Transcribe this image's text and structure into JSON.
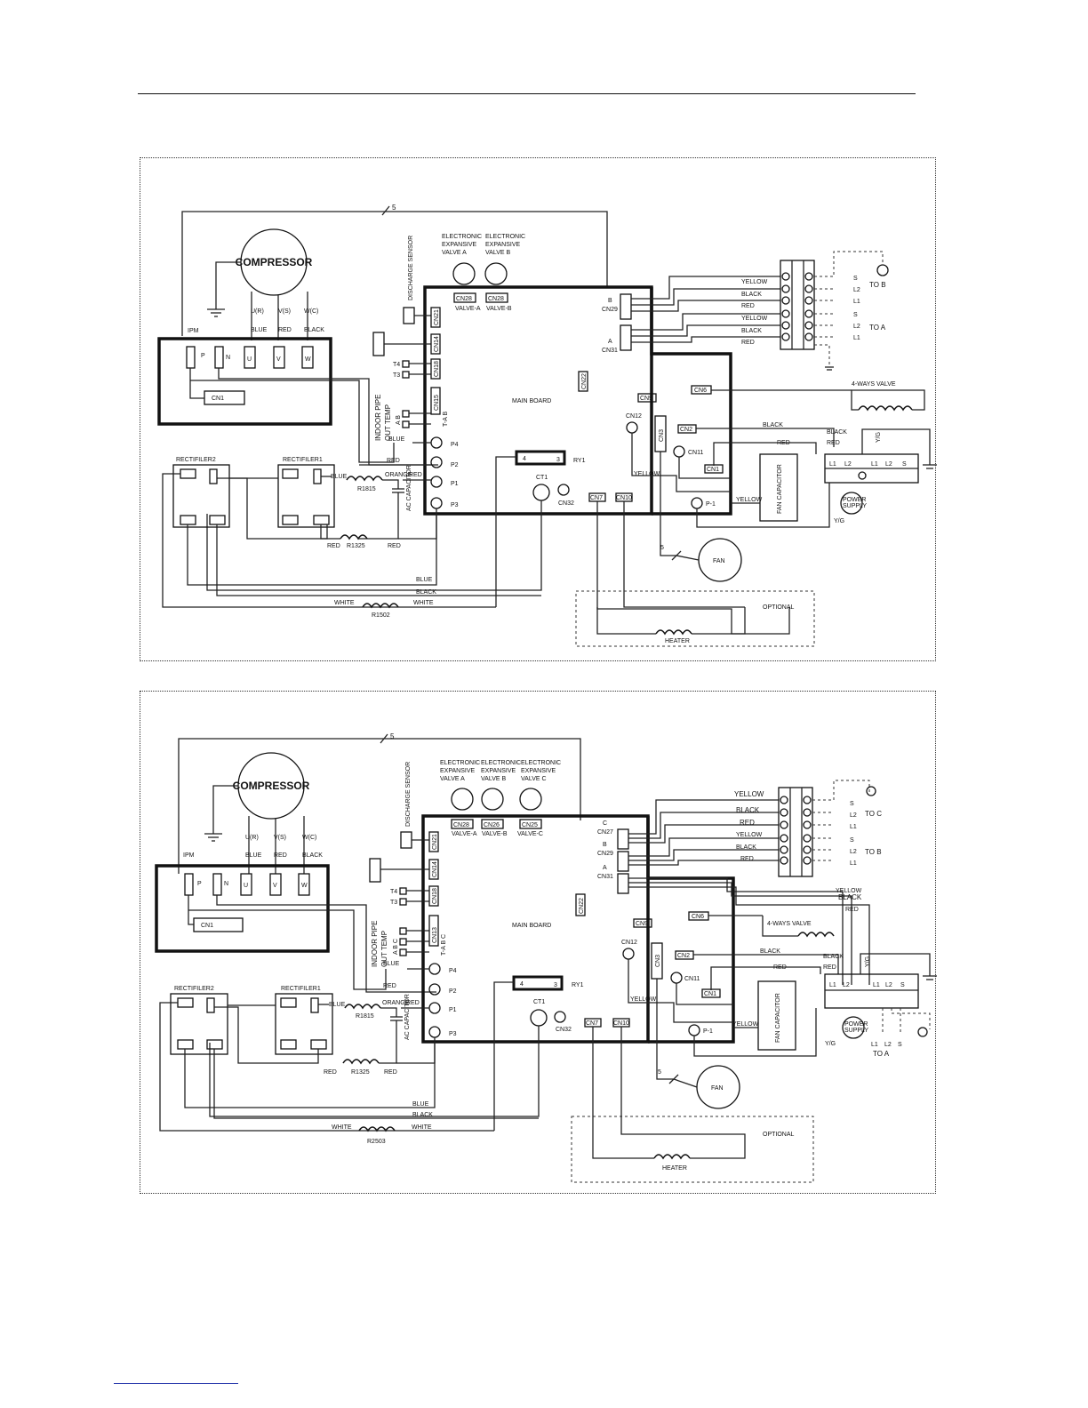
{
  "diagrams": [
    {
      "compressor": "COMPRESSOR",
      "ipm": "IPM",
      "ipm_terminals": [
        "P",
        "N",
        "U",
        "V",
        "W"
      ],
      "phase_labels": [
        "U(R)",
        "V(S)",
        "W(C)"
      ],
      "phase_colors": [
        "BLUE",
        "RED",
        "BLACK"
      ],
      "cn1": "CN1",
      "bus_count": "5",
      "valves": [
        {
          "title": "ELECTRONIC EXPANSIVE VALVE A",
          "cn": "CN28",
          "label": "VALVE-A"
        },
        {
          "title": "ELECTRONIC EXPANSIVE VALVE B",
          "cn": "CN28",
          "label": "VALVE-B"
        }
      ],
      "main_board": "MAIN BOARD",
      "discharge_sensor": "DISCHARGE SENSOR",
      "cn21": "CN21",
      "cn14": "CN14",
      "cn18": "CN18",
      "cn15": "CN15",
      "cn22": "CN22",
      "cn9": "CN9",
      "cn6": "CN6",
      "cn12": "CN12",
      "cn3": "CN3",
      "cn2": "CN2",
      "cn11": "CN11",
      "cn1b": "CN1",
      "cn7": "CN7",
      "cn10": "CN10",
      "cn32": "CN32",
      "ct1": "CT1",
      "t4": "T4",
      "t3": "T3",
      "indoor_pipe": "INDOOR PIPE",
      "out_temp": "OUT TEMP",
      "tab": "T-A B",
      "ab": "A B",
      "p_terms": [
        "P4",
        "P2",
        "P1",
        "P3"
      ],
      "ry1": "RY1",
      "cn29": "CN29",
      "cn31": "CN31",
      "b": "B",
      "a": "A",
      "terminal_colors": [
        "YELLOW",
        "BLACK",
        "RED",
        "YELLOW",
        "BLACK",
        "RED"
      ],
      "to_b": "TO B",
      "to_a": "TO A",
      "sl": [
        "S",
        "L2",
        "L1",
        "S",
        "L2",
        "L1"
      ],
      "four_way": "4-WAYS VALVE",
      "black": "BLACK",
      "red": "RED",
      "yellow": "YELLOW",
      "blue": "BLUE",
      "orange": "ORANGE",
      "white": "WHITE",
      "yg": "Y/G",
      "fan_capacitor": "FAN CAPACITOR",
      "power_supply": "POWER SUPPLY",
      "p_1": "P-1",
      "fan": "FAN",
      "heater": "HEATER",
      "optional": "OPTIONAL",
      "rectifier2": "RECTIFILER2",
      "rectifier1": "RECTIFILER1",
      "r1815": "R1815",
      "r1325": "R1325",
      "r_bottom": "R1502",
      "ac_capacitor": "AC CAPACITOR",
      "bottom_terms": [
        "L1",
        "L2",
        "L1",
        "L2",
        "S"
      ]
    },
    {
      "compressor": "COMPRESSOR",
      "ipm": "IPM",
      "ipm_terminals": [
        "P",
        "N",
        "U",
        "V",
        "W"
      ],
      "phase_labels": [
        "U(R)",
        "V(S)",
        "W(C)"
      ],
      "phase_colors": [
        "BLUE",
        "RED",
        "BLACK"
      ],
      "cn1": "CN1",
      "bus_count": "5",
      "valves": [
        {
          "title": "ELECTRONIC EXPANSIVE VALVE A",
          "cn": "CN28",
          "label": "VALVE-A"
        },
        {
          "title": "ELECTRONIC EXPANSIVE VALVE B",
          "cn": "CN26",
          "label": "VALVE-B"
        },
        {
          "title": "ELECTRONIC EXPANSIVE VALVE C",
          "cn": "CN25",
          "label": "VALVE-C"
        }
      ],
      "main_board": "MAIN BOARD",
      "discharge_sensor": "DISCHARGE SENSOR",
      "cn21": "CN21",
      "cn14": "CN14",
      "cn18": "CN18",
      "cn13": "CN13",
      "cn22": "CN22",
      "cn9": "CN9",
      "cn6": "CN6",
      "cn12": "CN12",
      "cn3": "CN3",
      "cn2": "CN2",
      "cn11": "CN11",
      "cn1b": "CN1",
      "cn7": "CN7",
      "cn10": "CN10",
      "cn32": "CN32",
      "ct1": "CT1",
      "t4": "T4",
      "t3": "T3",
      "indoor_pipe": "INDOOR PIPE",
      "out_temp": "OUT TEMP",
      "tabc": "T-A B C",
      "abc": "A B C",
      "p_terms": [
        "P4",
        "P2",
        "P1",
        "P3"
      ],
      "ry1": "RY1",
      "cn27": "CN27",
      "cn29": "CN29",
      "cn31": "CN31",
      "c": "C",
      "b": "B",
      "a": "A",
      "terminal_colors": [
        "YELLOW",
        "BLACK",
        "RED",
        "YELLOW",
        "BLACK",
        "RED"
      ],
      "to_c": "TO C",
      "to_b": "TO B",
      "to_a": "TO A",
      "sl": [
        "S",
        "L2",
        "L1",
        "S",
        "L2",
        "L1"
      ],
      "four_way": "4-WAYS VALVE",
      "black": "BLACK",
      "red": "RED",
      "yellow": "YELLOW",
      "blue": "BLUE",
      "orange": "ORANGE",
      "white": "WHITE",
      "yg": "Y/G",
      "fan_capacitor": "FAN CAPACITOR",
      "power_supply": "POWER SUPPLY",
      "p_1": "P-1",
      "fan": "FAN",
      "heater": "HEATER",
      "optional": "OPTIONAL",
      "rectifier2": "RECTIFILER2",
      "rectifier1": "RECTIFILER1",
      "r1815": "R1815",
      "r1325": "R1325",
      "r_bottom": "R2503",
      "ac_capacitor": "AC CAPACITOR",
      "bottom_terms": [
        "L1",
        "L2",
        "L1",
        "L2",
        "S"
      ],
      "to_a_terms": [
        "L1",
        "L2",
        "S"
      ]
    }
  ]
}
